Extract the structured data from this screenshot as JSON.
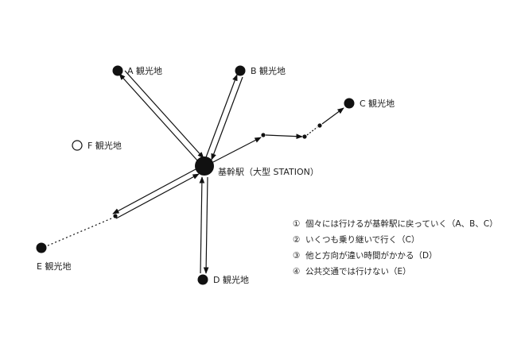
{
  "hub": {
    "label": "基幹駅（大型 STATION）"
  },
  "nodes": {
    "a": "A 観光地",
    "b": "B 観光地",
    "c": "C 観光地",
    "d": "D 観光地",
    "e": "E 観光地",
    "f": "F 観光地"
  },
  "legend": [
    {
      "num": "①",
      "text": "個々には行けるが基幹駅に戻っていく（A、B、C）"
    },
    {
      "num": "②",
      "text": "いくつも乗り継いで行く（C）"
    },
    {
      "num": "③",
      "text": "他と方向が違い時間がかかる（D）"
    },
    {
      "num": "④",
      "text": "公共交通では行けない（E）"
    }
  ]
}
